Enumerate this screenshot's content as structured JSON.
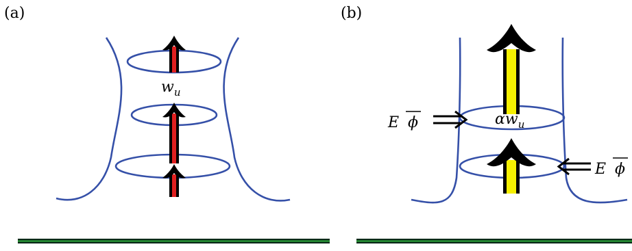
{
  "panels": {
    "a": {
      "label": "(a)",
      "center_text": {
        "base": "w",
        "sub": "u"
      }
    },
    "b": {
      "label": "(b)",
      "center_text": {
        "prefix": "α",
        "base": "w",
        "sub": "u"
      },
      "left_text": "E",
      "right_text": "E",
      "phi_symbol": "ϕ"
    }
  },
  "colors": {
    "tube": "#3550a8",
    "arrow_outline": "#000000",
    "arrow_fill_a": "#e02020",
    "arrow_fill_b": "#f5f000",
    "ground_dark": "#0a2a18",
    "ground_green": "#2faa3b"
  }
}
